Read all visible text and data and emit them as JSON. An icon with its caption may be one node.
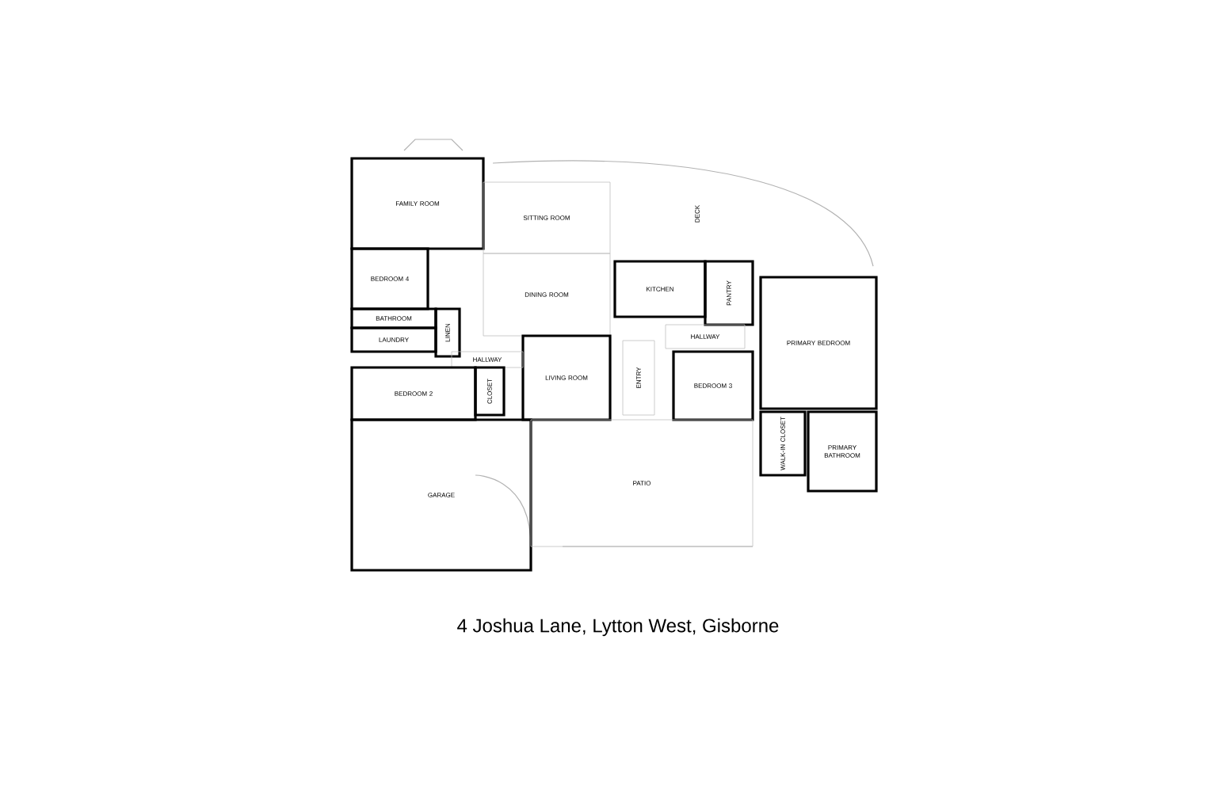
{
  "diagram": {
    "caption": "4 Joshua Lane, Lytton West, Gisborne",
    "nodes": [
      {
        "text": [
          "FAMILY ROOM"
        ]
      },
      {
        "text": [
          "SITTING ROOM"
        ]
      },
      {
        "text": [
          "DINING ROOM"
        ]
      },
      {
        "text": [
          "LIVING ROOM"
        ]
      },
      {
        "text": [
          "BEDROOM 4"
        ]
      },
      {
        "text": [
          "BATHROOM"
        ]
      },
      {
        "text": [
          "LAUNDRY"
        ]
      },
      {
        "text": [
          "LINEN"
        ]
      },
      {
        "text": [
          "HALLWAY"
        ]
      },
      {
        "text": [
          "CLOSET"
        ]
      },
      {
        "text": [
          "BEDROOM 2"
        ]
      },
      {
        "text": [
          "GARAGE"
        ]
      },
      {
        "text": [
          "KITCHEN"
        ]
      },
      {
        "text": [
          "PANTRY"
        ]
      },
      {
        "text": [
          "ENTRY"
        ]
      },
      {
        "text": [
          "HALLWAY"
        ]
      },
      {
        "text": [
          "BEDROOM 3"
        ]
      },
      {
        "text": [
          "PRIMARY BEDROOM"
        ]
      },
      {
        "text": [
          "WALK-IN CLOSET"
        ]
      },
      {
        "text": [
          "PRIMARY BATHROOM"
        ]
      },
      {
        "text": [
          "PATIO"
        ]
      }
    ],
    "labels": [
      "DECK"
    ]
  }
}
